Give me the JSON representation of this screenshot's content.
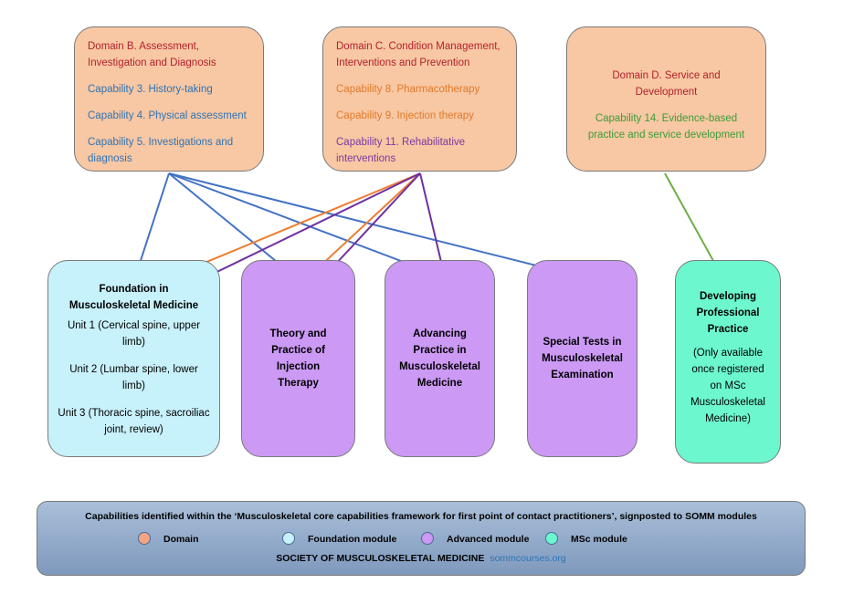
{
  "domains": {
    "b": {
      "title": "Domain B. Assessment, Investigation and Diagnosis",
      "items": [
        "Capability 3. History-taking",
        "Capability 4. Physical assessment",
        "Capability 5. Investigations and diagnosis"
      ]
    },
    "c": {
      "title": "Domain C. Condition Management, Interventions and Prevention",
      "items": [
        "Capability 8. Pharmacotherapy",
        "Capability 9. Injection therapy",
        "Capability 11. Rehabilitative interventions"
      ]
    },
    "d": {
      "title": "Domain D. Service and Development",
      "items": [
        "Capability 14. Evidence-based practice and service development"
      ]
    }
  },
  "modules": {
    "foundation": {
      "title": "Foundation in Musculoskeletal Medicine",
      "units": [
        "Unit 1 (Cervical spine, upper limb)",
        "Unit 2 (Lumbar spine, lower limb)",
        "Unit 3 (Thoracic spine, sacroiliac joint, review)"
      ]
    },
    "injection": {
      "title": "Theory and Practice of Injection Therapy"
    },
    "advancing": {
      "title": "Advancing Practice in Musculoskeletal Medicine"
    },
    "special": {
      "title": "Special Tests in Musculoskeletal Examination"
    },
    "developing": {
      "title": "Developing Professional Practice",
      "note": "(Only available once registered on MSc Musculoskeletal Medicine)"
    }
  },
  "footer": {
    "title": "Capabilities identified within the ‘Musculoskeletal core capabilities framework for first point of contact practitioners’, signposted to SOMM modules",
    "legend": [
      {
        "label": "Domain",
        "color": "#f4a582"
      },
      {
        "label": "Foundation module",
        "color": "#c7f1fb"
      },
      {
        "label": "Advanced module",
        "color": "#cc99f5"
      },
      {
        "label": "MSc module",
        "color": "#6cf7cf"
      }
    ],
    "org": "SOCIETY OF MUSCULOSKELETAL MEDICINE",
    "website": "sommcourses.org"
  },
  "colors": {
    "blue_arrow": "#4472c4",
    "orange_arrow": "#ed7d31",
    "purple_arrow": "#7030a0",
    "green_arrow": "#70ad47"
  }
}
